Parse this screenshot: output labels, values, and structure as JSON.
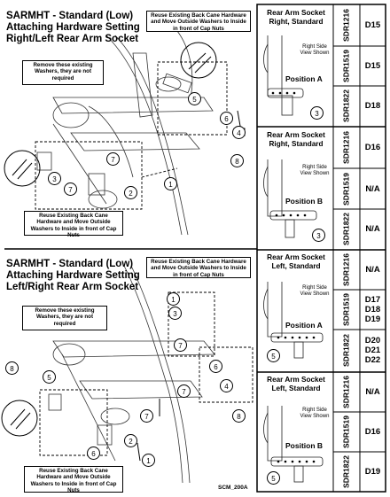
{
  "top_section": {
    "title_line1": "SARMHT - Standard (Low)",
    "title_line2": "Attaching Hardware Setting",
    "title_line3": "Right/Left Rear Arm Socket",
    "note_reuse_top": "Reuse Existing Back Cane Hardware and Move Outside Washers to Inside in front of Cap Nuts",
    "note_remove": "Remove these existing Washers, they are not required",
    "note_reuse_bottom": "Reuse Existing Back Cane Hardware and Move Outside Washers to Inside in front of Cap Nuts",
    "callouts": [
      "5",
      "6",
      "4",
      "8",
      "7",
      "3",
      "7",
      "2",
      "1"
    ]
  },
  "bottom_section": {
    "title_line1": "SARMHT - Standard (Low)",
    "title_line2": "Attaching Hardware Setting",
    "title_line3": "Left/Right Rear Arm Socket",
    "note_reuse_top": "Reuse Existing Back Cane Hardware and Move Outside Washers to Inside in front of Cap Nuts",
    "note_remove": "Remove these existing Washers, they are not required",
    "note_reuse_bottom": "Reuse Existing Back Cane Hardware and Move Outside Washers to Inside in front of Cap Nuts",
    "callouts": [
      "1",
      "3",
      "7",
      "8",
      "5",
      "7",
      "6",
      "4",
      "8",
      "7",
      "2",
      "6",
      "1"
    ]
  },
  "right_panels": [
    {
      "title_line1": "Rear Arm Socket",
      "title_line2": "Right, Standard",
      "view_line1": "Right Side",
      "view_line2": "View Shown",
      "position": "Position A",
      "callout": "3",
      "rows": [
        {
          "sdr": "SDR1216",
          "code": "D15"
        },
        {
          "sdr": "SDR1519",
          "code": "D15"
        },
        {
          "sdr": "SDR1822",
          "code": "D18"
        }
      ]
    },
    {
      "title_line1": "Rear Arm Socket",
      "title_line2": "Right, Standard",
      "view_line1": "Right Side",
      "view_line2": "View Shown",
      "position": "Position B",
      "callout": "3",
      "rows": [
        {
          "sdr": "SDR1216",
          "code": "D16"
        },
        {
          "sdr": "SDR1519",
          "code": "N/A"
        },
        {
          "sdr": "SDR1822",
          "code": "N/A"
        }
      ]
    },
    {
      "title_line1": "Rear Arm Socket",
      "title_line2": "Left, Standard",
      "view_line1": "Right Side",
      "view_line2": "View Shown",
      "position": "Position A",
      "callout": "5",
      "rows": [
        {
          "sdr": "SDR1216",
          "code": "N/A"
        },
        {
          "sdr": "SDR1519",
          "code": "D17\nD18\nD19"
        },
        {
          "sdr": "SDR1822",
          "code": "D20\nD21\nD22"
        }
      ]
    },
    {
      "title_line1": "Rear Arm Socket",
      "title_line2": "Left, Standard",
      "view_line1": "Right Side",
      "view_line2": "View Shown",
      "position": "Position B",
      "callout": "5",
      "rows": [
        {
          "sdr": "SDR1216",
          "code": "N/A"
        },
        {
          "sdr": "SDR1519",
          "code": "D16"
        },
        {
          "sdr": "SDR1822",
          "code": "D19"
        }
      ]
    }
  ],
  "footer": "SCM_200A"
}
